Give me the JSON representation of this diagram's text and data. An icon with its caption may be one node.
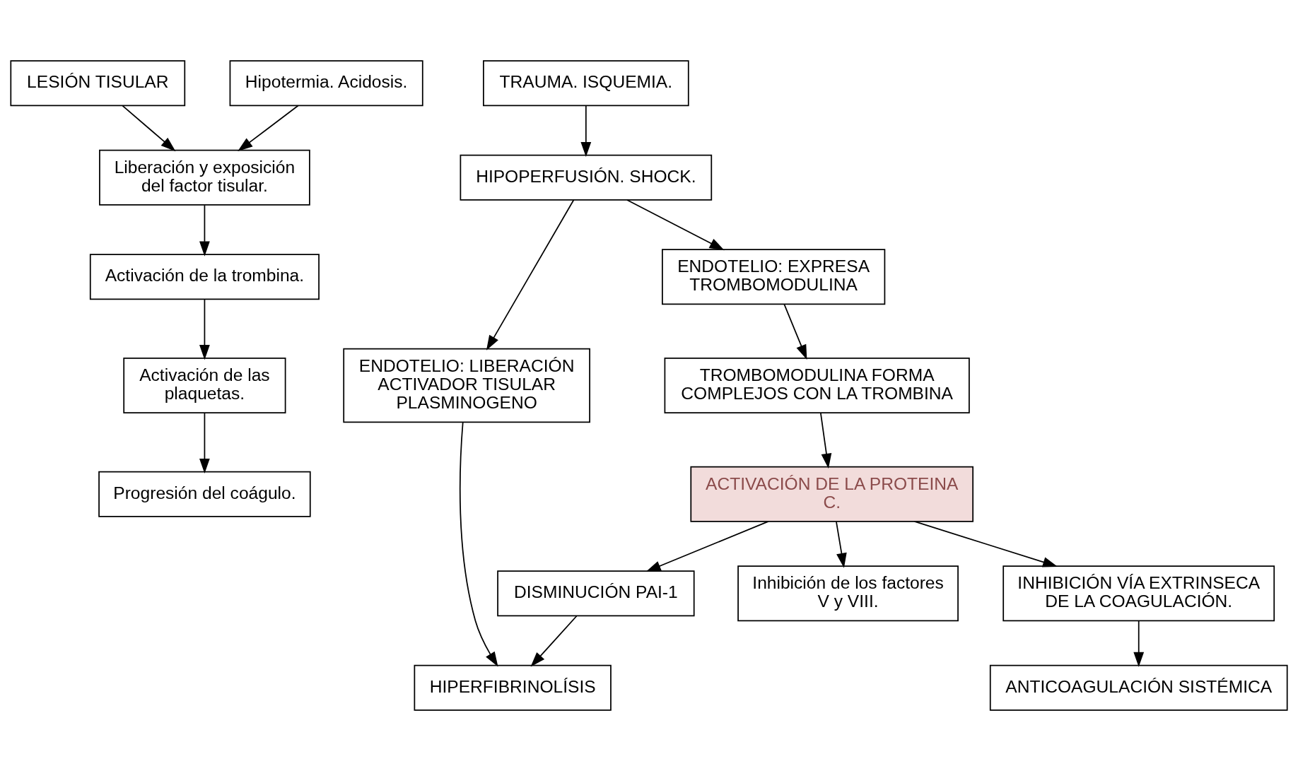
{
  "diagram": {
    "nodes": [
      {
        "text": [
          "LESIÓN TISULAR"
        ]
      },
      {
        "text": [
          "Hipotermia. Acidosis."
        ]
      },
      {
        "text": [
          "Liberación y exposición del factor tisular."
        ]
      },
      {
        "text": [
          "Activación de la trombina."
        ]
      },
      {
        "text": [
          "Activación de las plaquetas."
        ]
      },
      {
        "text": [
          "Progresión del coágulo."
        ]
      },
      {
        "text": [
          "HIPOPERFUSIÓN. SHOCK."
        ]
      },
      {
        "text": [
          "TRAUMA. ISQUEMIA."
        ]
      },
      {
        "text": [
          "ENDOTELIO: LIBERACIÓN ACTIVADOR TISULAR PLASMINOGENO"
        ]
      },
      {
        "text": [
          "DISMINUCIÓN PAI-1"
        ]
      },
      {
        "text": [
          "ENDOTELIO: EXPRESA TROMBOMODULINA"
        ]
      },
      {
        "text": [
          "HIPERFIBRINOLÍSIS"
        ]
      },
      {
        "text": [
          "TROMBOMODULINA FORMA COMPLEJOS CON LA TROMBINA"
        ]
      },
      {
        "text": [
          "ACTIVACIÓN DE LA PROTEINA C."
        ]
      },
      {
        "text": [
          "Inhibición de los factores V y VIII."
        ]
      },
      {
        "text": [
          "INHIBICIÓN VÍA EXTRINSECA DE LA COAGULACIÓN."
        ]
      },
      {
        "text": [
          "ANTICOAGULACIÓN SISTÉMICA"
        ]
      }
    ],
    "edges": [
      {
        "from": 0,
        "to": 2,
        "arrow": "to"
      },
      {
        "from": 1,
        "to": 2,
        "arrow": "to"
      },
      {
        "from": 2,
        "to": 3,
        "arrow": "to"
      },
      {
        "from": 3,
        "to": 4,
        "arrow": "to"
      },
      {
        "from": 4,
        "to": 5,
        "arrow": "to"
      },
      {
        "from": 7,
        "to": 6,
        "arrow": "to"
      },
      {
        "from": 6,
        "to": 8,
        "arrow": "to"
      },
      {
        "from": 6,
        "to": 10,
        "arrow": "to"
      },
      {
        "from": 8,
        "to": 11,
        "arrow": "to"
      },
      {
        "from": 9,
        "to": 11,
        "arrow": "to"
      },
      {
        "from": 10,
        "to": 12,
        "arrow": "to"
      },
      {
        "from": 12,
        "to": 13,
        "arrow": "to"
      },
      {
        "from": 13,
        "to": 9,
        "arrow": "to"
      },
      {
        "from": 13,
        "to": 14,
        "arrow": "to"
      },
      {
        "from": 13,
        "to": 15,
        "arrow": "to"
      },
      {
        "from": 15,
        "to": 16,
        "arrow": "to"
      }
    ]
  }
}
